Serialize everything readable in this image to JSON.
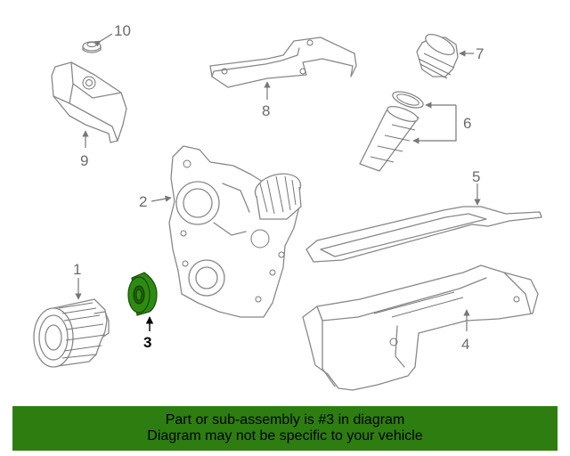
{
  "callouts": {
    "c1": "1",
    "c2": "2",
    "c3": "3",
    "c4": "4",
    "c5": "5",
    "c6": "6",
    "c7": "7",
    "c8": "8",
    "c9": "9",
    "c10": "10"
  },
  "highlighted_callout": "3",
  "colors": {
    "highlight_part": "#2e8b12",
    "banner_background": "#2e7d10",
    "banner_text": "#000000",
    "line_art": "#888888"
  },
  "banner": {
    "line1": "Part or sub-assembly is #3 in diagram",
    "line2": "Diagram may not be specific to your vehicle"
  }
}
